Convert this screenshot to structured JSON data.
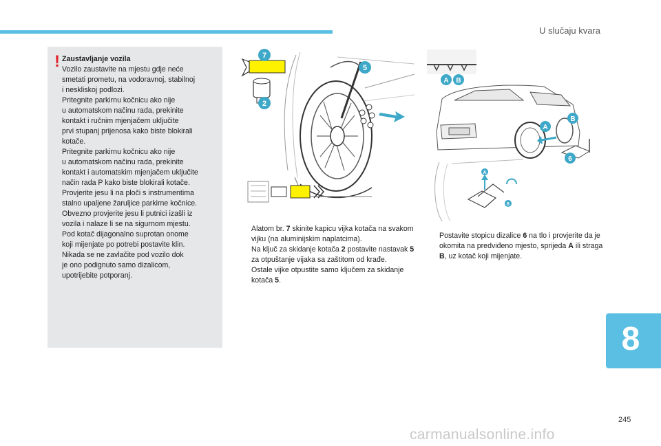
{
  "header": {
    "title": "U slučaju kvara",
    "accent_color": "#5bbfe3"
  },
  "warning": {
    "icon": "exclamation-icon",
    "title": "Zaustavljanje vozila",
    "lines": [
      "Vozilo zaustavite na mjestu gdje neće",
      "smetati prometu, na vodoravnoj, stabilnoj",
      "i neskliskoj podlozi.",
      "Pritegnite parkirnu kočnicu ako nije",
      "u automatskom načinu rada, prekinite",
      "kontakt i ručnim mjenjačem uključite",
      "prvi stupanj prijenosa kako biste blokirali",
      "kotače.",
      "Pritegnite parkirnu kočnicu ako nije",
      "u automatskom načinu rada, prekinite",
      "kontakt i automatskim mjenjačem uključite",
      "način rada P kako biste blokirali kotače.",
      "Provjerite jesu li na ploči s instrumentima",
      "stalno upaljene žaruljice parkirne kočnice.",
      "Obvezno provjerite jesu li putnici izašli iz",
      "vozila i nalaze li se na sigurnom mjestu.",
      "Pod kotač dijagonalno suprotan onome",
      "koji mijenjate po potrebi postavite klin.",
      "Nikada se ne zavlačite pod vozilo dok",
      "je ono podignuto samo dizalicom,",
      "upotrijebite potporanj."
    ]
  },
  "figure_wheel": {
    "callouts": [
      "7",
      "5",
      "2"
    ],
    "callout_color": "#3ea8c8",
    "highlight_color": "#fff200"
  },
  "figure_jack": {
    "callouts_top": [
      "A",
      "B"
    ],
    "callouts_car": [
      "A",
      "B",
      "6"
    ],
    "callouts_detail": [
      "A",
      "6"
    ]
  },
  "steps_middle": {
    "bullet": "",
    "items": [
      {
        "pre": "Alatom br. ",
        "bold": "7",
        "post": " skinite kapicu vijka kotača na svakom vijku (na aluminijskim naplatcima)."
      },
      {
        "pre": "Na ključ za skidanje kotača ",
        "bold": "2",
        "post": " postavite nastavak ",
        "bold2": "5",
        "post2": " za otpuštanje vijaka sa zaštitom od krađe."
      },
      {
        "pre": "Ostale vijke otpustite samo ključem za skidanje kotača ",
        "bold": "5",
        "post": "."
      }
    ]
  },
  "steps_right": {
    "items": [
      {
        "pre": "Postavite stopicu dizalice ",
        "bold": "6",
        "post": " na tlo i provjerite da je okomita na predviđeno mjesto, sprijeda ",
        "bold2": "A",
        "post2": " ili straga ",
        "bold3": "B",
        "post3": ", uz kotač koji mijenjate."
      }
    ]
  },
  "chapter": {
    "number": "8"
  },
  "page_number": "245",
  "watermark": "carmanualsonline.info"
}
